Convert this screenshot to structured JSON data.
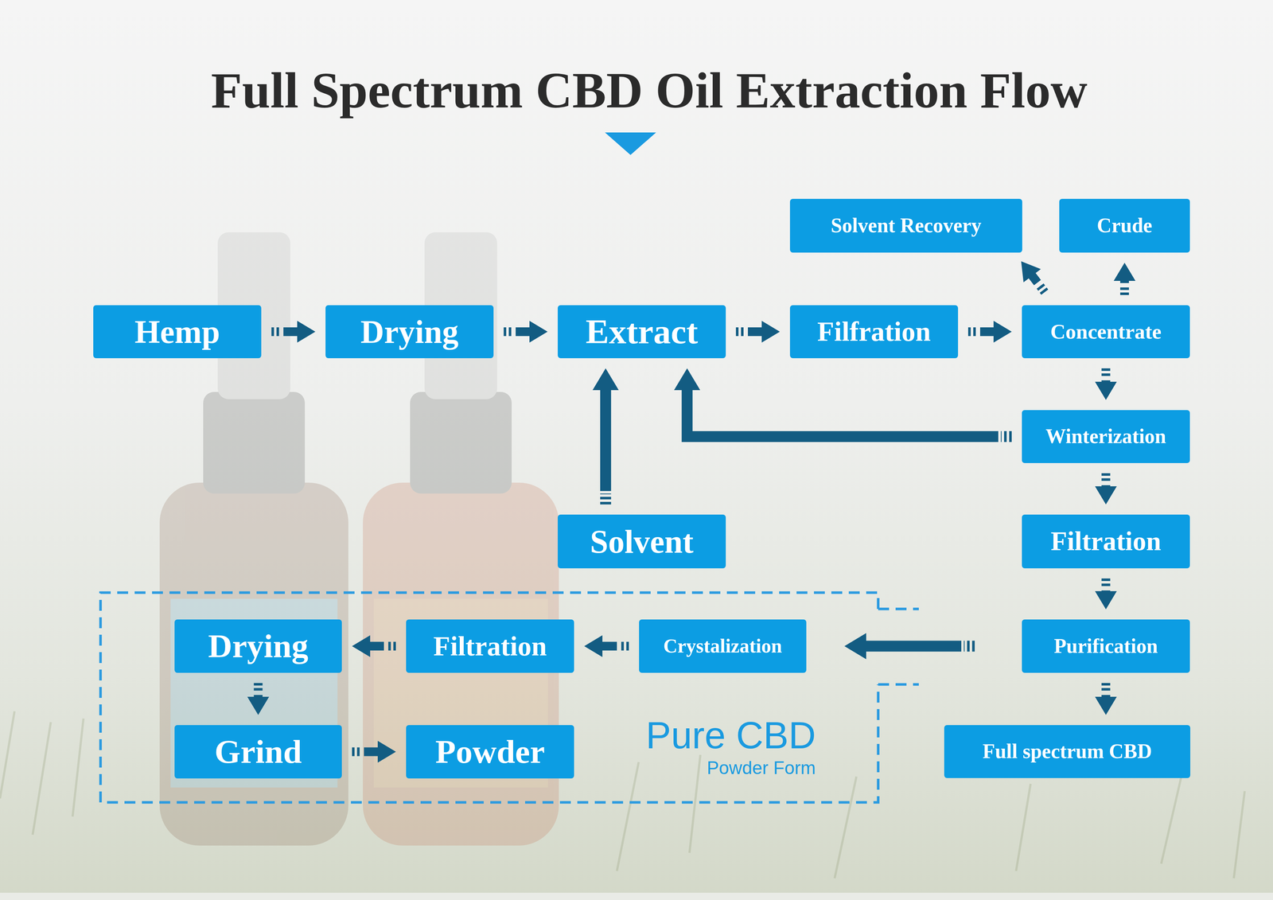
{
  "diagram": {
    "title": "Full Spectrum CBD Oil Extraction Flow",
    "nodes": [
      {
        "text": [
          "Hemp"
        ]
      },
      {
        "text": [
          "Drying"
        ]
      },
      {
        "text": [
          "Extract"
        ]
      },
      {
        "text": [
          "Filfration"
        ]
      },
      {
        "text": [
          "Concentrate"
        ]
      },
      {
        "text": [
          "Solvent Recovery"
        ]
      },
      {
        "text": [
          "Crude"
        ]
      },
      {
        "text": [
          "Winterization"
        ]
      },
      {
        "text": [
          "Solvent"
        ]
      },
      {
        "text": [
          "Filtration"
        ]
      },
      {
        "text": [
          "Purification"
        ]
      },
      {
        "text": [
          "Full spectrum CBD"
        ]
      },
      {
        "text": [
          "Pure CBD",
          "Powder Form"
        ]
      },
      {
        "text": [
          "Drying"
        ],
        "in": 12
      },
      {
        "text": [
          "Filtration"
        ],
        "in": 12
      },
      {
        "text": [
          "Crystalization"
        ],
        "in": 12
      },
      {
        "text": [
          "Grind"
        ],
        "in": 12
      },
      {
        "text": [
          "Powder"
        ],
        "in": 12
      }
    ],
    "edges": [
      {
        "from": 0,
        "to": 1,
        "arrow": "to"
      },
      {
        "from": 1,
        "to": 2,
        "arrow": "to"
      },
      {
        "from": 2,
        "to": 3,
        "arrow": "to"
      },
      {
        "from": 3,
        "to": 4,
        "arrow": "to"
      },
      {
        "from": 4,
        "to": 5,
        "arrow": "to"
      },
      {
        "from": 4,
        "to": 6,
        "arrow": "to"
      },
      {
        "from": 4,
        "to": 7,
        "arrow": "to"
      },
      {
        "from": 7,
        "to": 2,
        "arrow": "to"
      },
      {
        "from": 8,
        "to": 2,
        "arrow": "to"
      },
      {
        "from": 7,
        "to": 9,
        "arrow": "to"
      },
      {
        "from": 9,
        "to": 10,
        "arrow": "to"
      },
      {
        "from": 10,
        "to": 11,
        "arrow": "to"
      },
      {
        "from": 10,
        "to": 15,
        "arrow": "to"
      },
      {
        "from": 15,
        "to": 14,
        "arrow": "to"
      },
      {
        "from": 14,
        "to": 13,
        "arrow": "to"
      },
      {
        "from": 13,
        "to": 16,
        "arrow": "to"
      },
      {
        "from": 16,
        "to": 17,
        "arrow": "to"
      }
    ]
  }
}
